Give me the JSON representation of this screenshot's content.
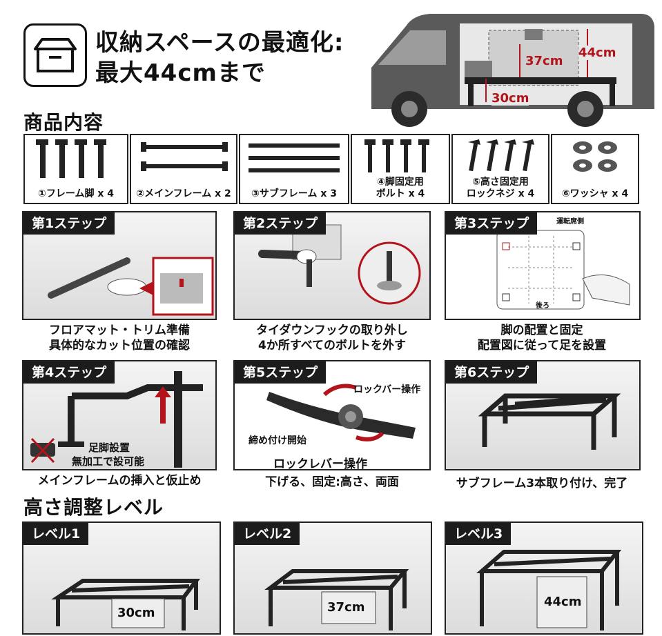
{
  "header": {
    "title_line1": "収納スペースの最適化:",
    "title_line2": "最大44cmまで",
    "icon": "storage-box-icon"
  },
  "van": {
    "height_total": "44cm",
    "height_mid": "37cm",
    "height_low": "30cm"
  },
  "contents": {
    "title": "商品内容",
    "items": [
      {
        "label": "①フレーム脚 x 4",
        "icon": "frame-leg-icon"
      },
      {
        "label": "②メインフレーム x 2",
        "icon": "main-frame-icon"
      },
      {
        "label": "③サブフレーム x 3",
        "icon": "sub-frame-icon"
      },
      {
        "label_line1": "④脚固定用",
        "label_line2": "ボルト x 4",
        "icon": "bolt-icon"
      },
      {
        "label_line1": "⑤高さ固定用",
        "label_line2": "ロックネジ x 4",
        "icon": "lock-screw-icon"
      },
      {
        "label": "⑥ワッシャ x 4",
        "icon": "washer-icon"
      }
    ]
  },
  "steps": [
    {
      "tag": "第1ステップ",
      "line1": "フロアマット・トリム準備",
      "line2": "具体的なカット位置の確認"
    },
    {
      "tag": "第2ステップ",
      "line1": "タイダウンフックの取り外し",
      "line2": "4か所すべてのボルトを外す"
    },
    {
      "tag": "第3ステップ",
      "line1": "脚の配置と固定",
      "line2": "配置図に従って足を設置",
      "diagram_top": "運転席側",
      "diagram_bottom": "後ろ"
    },
    {
      "tag": "第4ステップ",
      "line1": "メインフレームの挿入と仮止め",
      "note1": "足脚設置",
      "note2": "無加工で設可能"
    },
    {
      "tag": "第5ステップ",
      "line1": "下げる、固定:高さ、両面",
      "label_lockbar": "ロックバー操作",
      "label_tighten": "締め付け開始",
      "label_lever": "ロックレバー操作"
    },
    {
      "tag": "第6ステップ",
      "line1": "サブフレーム3本取り付け、完了"
    }
  ],
  "levels": {
    "title": "高さ調整レベル",
    "items": [
      {
        "tag": "レベル1",
        "height": "30cm"
      },
      {
        "tag": "レベル2",
        "height": "37cm"
      },
      {
        "tag": "レベル3",
        "height": "44cm"
      }
    ]
  },
  "colors": {
    "accent_red": "#b3141c",
    "dark": "#1c1c1c",
    "van_gray": "#5a5a5a"
  }
}
